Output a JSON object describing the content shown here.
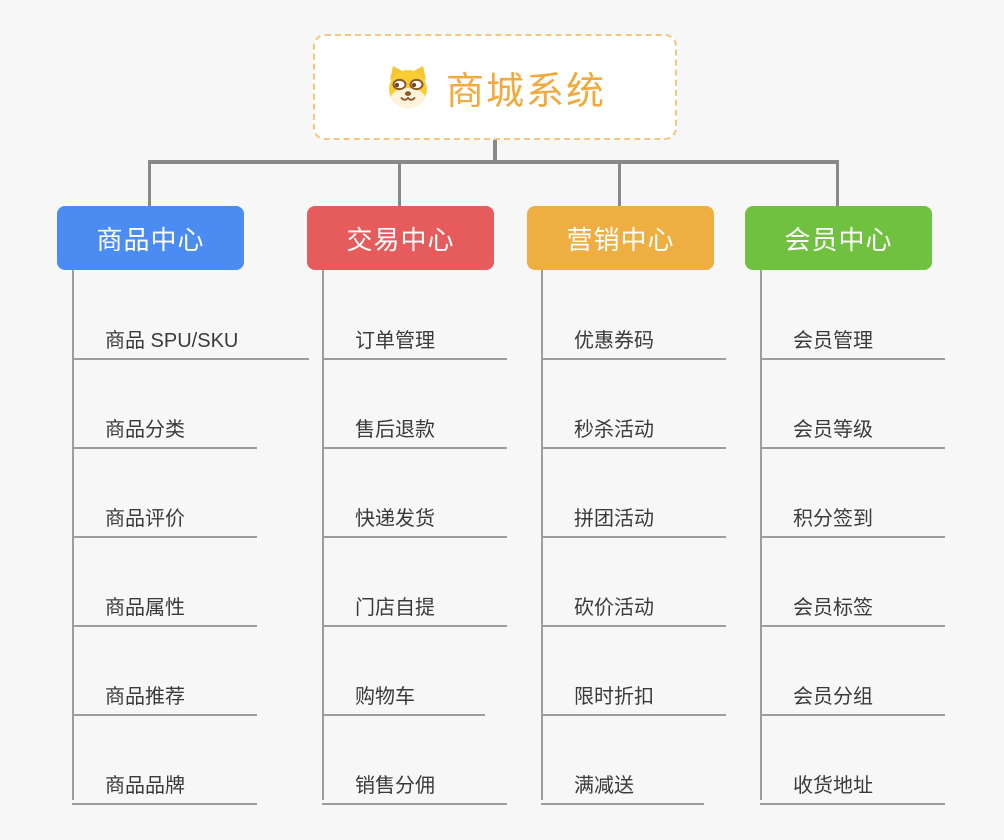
{
  "colors": {
    "background": "#f7f7f7",
    "root_accent": "#f3a93c",
    "root_border": "#f6c77b",
    "connector": "#898989",
    "line": "#9d9d9d",
    "item_text": "#3a3a3a",
    "branch_blue": "#4a8cf2",
    "branch_red": "#e65c5c",
    "branch_orange": "#efae41",
    "branch_green": "#71c141",
    "dog_yellow": "#fbcc34",
    "dog_cream": "#fdf3da",
    "dog_brown": "#8a5a2a"
  },
  "root": {
    "title": "商城系统",
    "icon": "dog-icon"
  },
  "branches": [
    {
      "label": "商品中心",
      "color": "#4a8cf2",
      "items": [
        "商品 SPU/SKU",
        "商品分类",
        "商品评价",
        "商品属性",
        "商品推荐",
        "商品品牌"
      ]
    },
    {
      "label": "交易中心",
      "color": "#e65c5c",
      "items": [
        "订单管理",
        "售后退款",
        "快递发货",
        "门店自提",
        "购物车",
        "销售分佣"
      ]
    },
    {
      "label": "营销中心",
      "color": "#efae41",
      "items": [
        "优惠券码",
        "秒杀活动",
        "拼团活动",
        "砍价活动",
        "限时折扣",
        "满减送"
      ]
    },
    {
      "label": "会员中心",
      "color": "#71c141",
      "items": [
        "会员管理",
        "会员等级",
        "积分签到",
        "会员标签",
        "会员分组",
        "收货地址"
      ]
    }
  ]
}
